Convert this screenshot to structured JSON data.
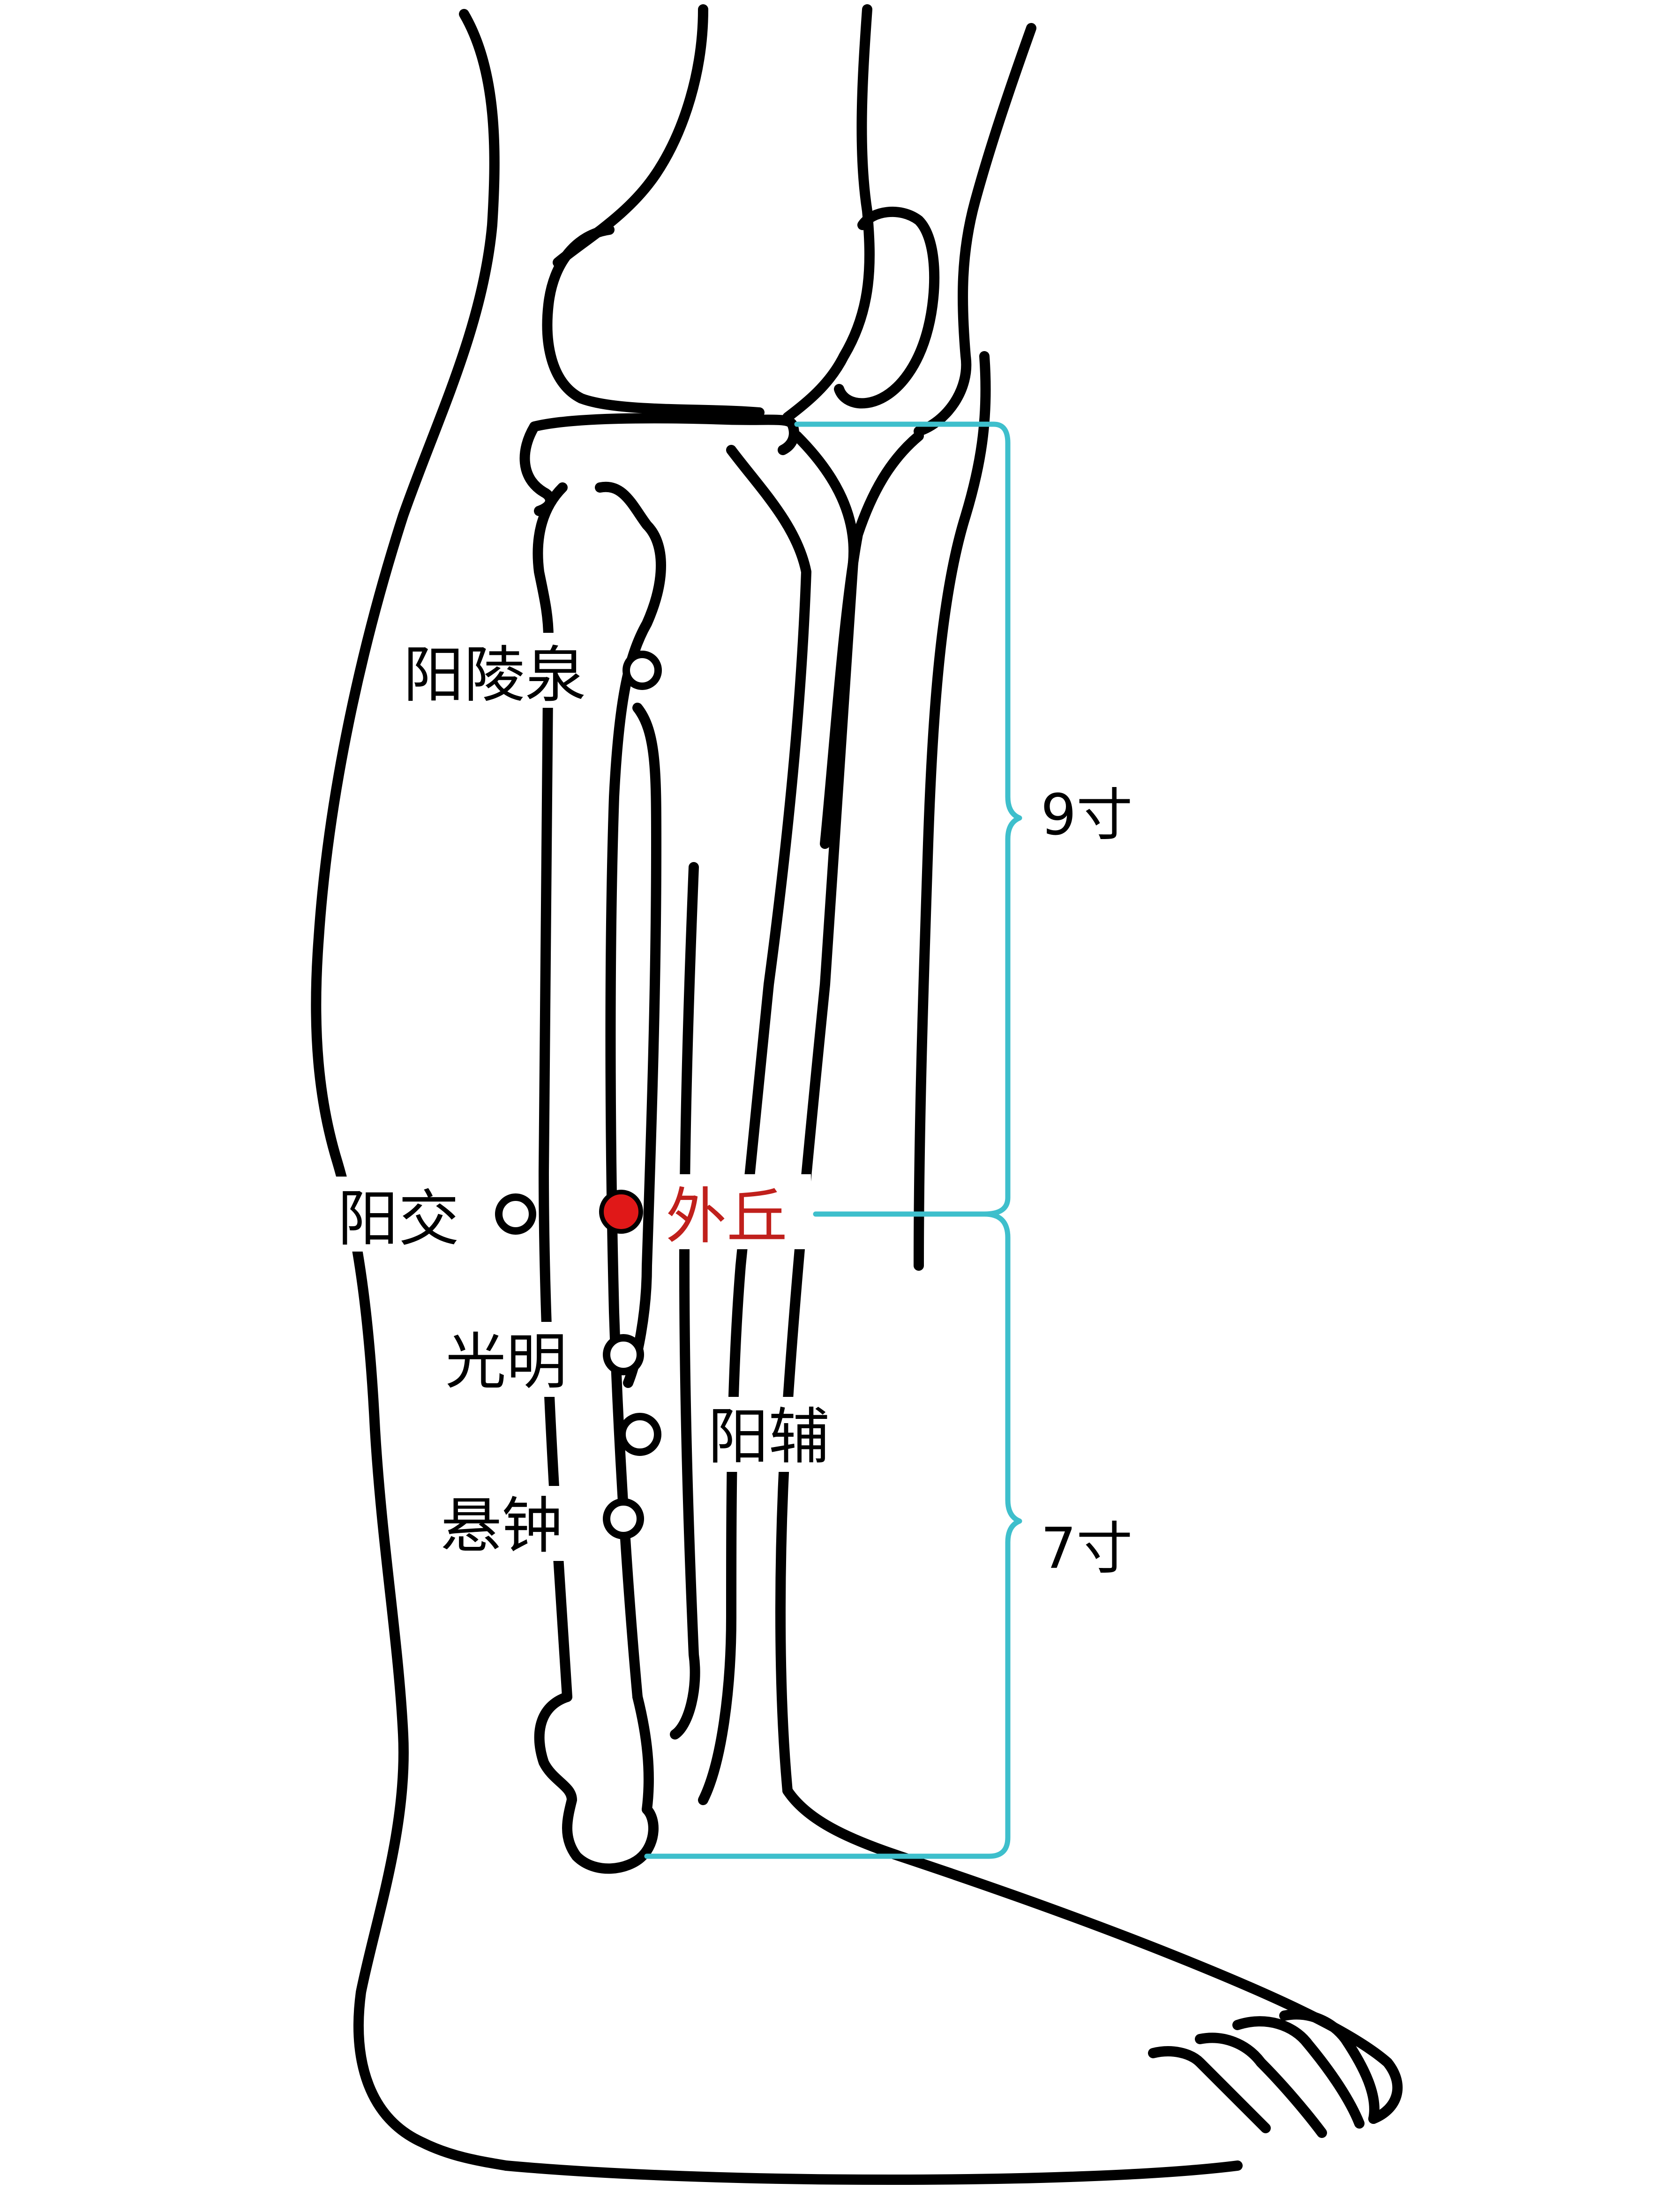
{
  "colors": {
    "line": "#000000",
    "bracket": "#3ebfcc",
    "highlight": "#e01818",
    "highlight_text": "#c0201c",
    "background": "#ffffff"
  },
  "points": {
    "yanglingquan": "阳陵泉",
    "yangjiao": "阳交",
    "waiqiu": "外丘",
    "guangming": "光明",
    "yangfu": "阳辅",
    "xuanzhong": "悬钟"
  },
  "measurements": {
    "upper": "9寸",
    "lower": "7寸"
  }
}
